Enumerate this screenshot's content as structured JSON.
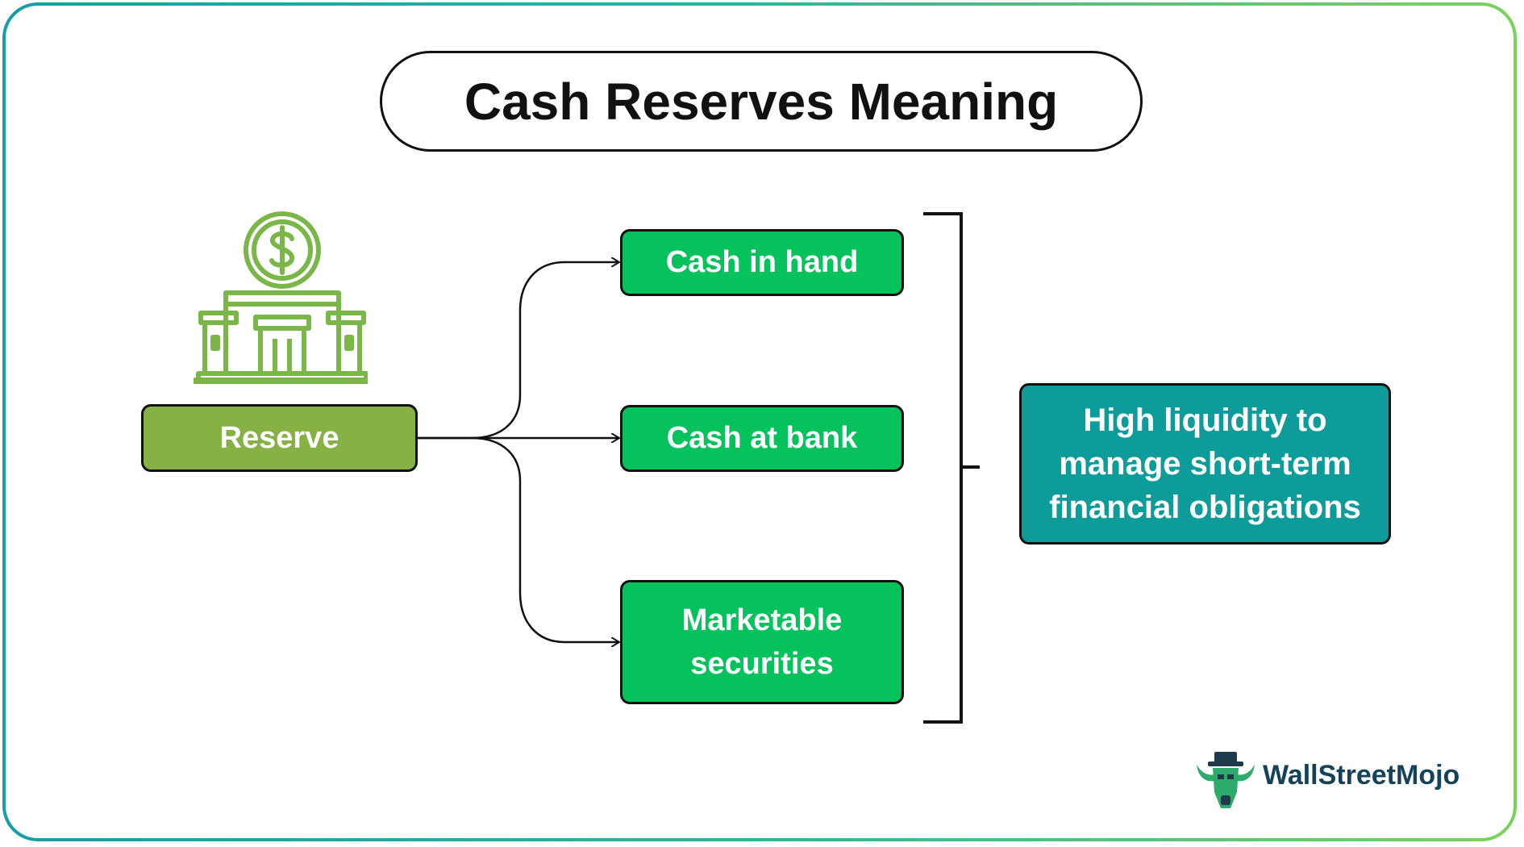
{
  "title": "Cash Reserves Meaning",
  "source": {
    "label": "Reserve",
    "icon": "bank-building-dollar-icon"
  },
  "components": [
    {
      "label": "Cash in hand"
    },
    {
      "label": "Cash at bank"
    },
    {
      "label": "Marketable securities"
    }
  ],
  "result": {
    "label": "High liquidity to manage short-term financial obligations"
  },
  "brand": {
    "name": "WallStreetMojo",
    "icon": "wallstreetmojo-bull-logo-icon"
  },
  "colors": {
    "reserve": "#86b144",
    "component": "#06c25c",
    "result": "#0e9c9a",
    "icon": "#7ab648",
    "brand_text": "#13425a"
  }
}
